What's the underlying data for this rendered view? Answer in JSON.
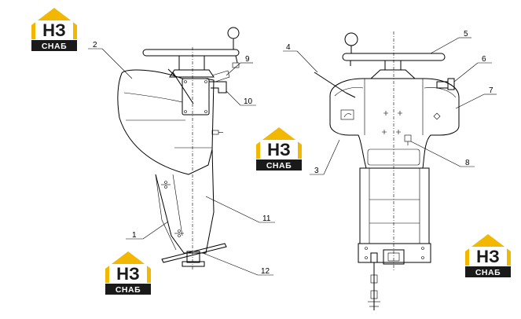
{
  "watermarks": [
    {
      "id": "logo-top-left",
      "top_text": "НЗ",
      "bottom_text": "СНАБ"
    },
    {
      "id": "logo-center",
      "top_text": "НЗ",
      "bottom_text": "СНАБ"
    },
    {
      "id": "logo-bottom-left",
      "top_text": "НЗ",
      "bottom_text": "СНАБ"
    },
    {
      "id": "logo-bottom-right",
      "top_text": "НЗ",
      "bottom_text": "СНАБ"
    }
  ],
  "callouts": [
    "1",
    "2",
    "3",
    "4",
    "5",
    "6",
    "7",
    "8",
    "9",
    "10",
    "11",
    "12"
  ],
  "colors": {
    "logo_yellow": "#f2b700",
    "logo_black": "#1a1a1a",
    "line": "#000000"
  }
}
